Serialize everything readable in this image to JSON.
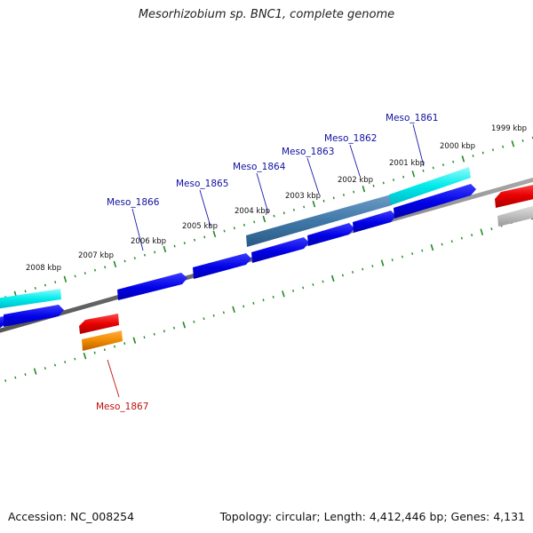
{
  "title": "Mesorhizobium sp. BNC1, complete genome",
  "footer": {
    "accession": "Accession: NC_008254",
    "summary": "Topology: circular; Length: 4,412,446 bp; Genes: 4,131"
  },
  "ruler_labels": [
    "1999 kbp",
    "2000 kbp",
    "2001 kbp",
    "2002 kbp",
    "2003 kbp",
    "2004 kbp",
    "2005 kbp",
    "2006 kbp",
    "2007 kbp",
    "2008 kbp"
  ],
  "gene_labels": {
    "meso_1861": "Meso_1861",
    "meso_1862": "Meso_1862",
    "meso_1863": "Meso_1863",
    "meso_1864": "Meso_1864",
    "meso_1865": "Meso_1865",
    "meso_1866": "Meso_1866",
    "meso_1867": "Meso_1867"
  },
  "colors": {
    "cds_forward": "#0000e0",
    "cds_forward_light": "#3a3aff",
    "rna": "#00e5e5",
    "highlight": "#3f78a8",
    "reverse": "#e00000",
    "reverse_alt": "#ee8800",
    "pseudo": "#bbbbbb",
    "tick": "#228822",
    "backbone": "#777777",
    "gene_label_forward": "#1010a0",
    "gene_label_reverse": "#c01010"
  }
}
